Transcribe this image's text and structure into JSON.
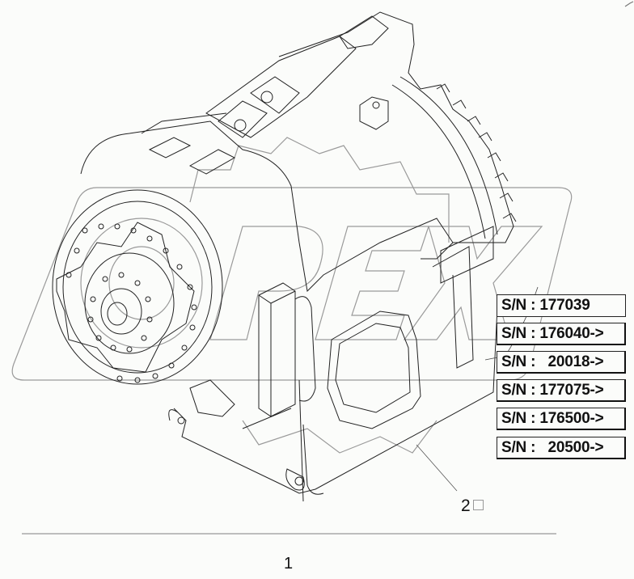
{
  "diagram": {
    "subject": "transmission-assembly-isometric-line-drawing",
    "watermark_text": "OPEX",
    "callout": {
      "number": "2"
    },
    "page_number": "1",
    "serial_labels": [
      "S/N : 177039",
      "S/N : 176040->",
      "S/N :   20018->",
      "S/N : 177075->",
      "S/N : 176500->",
      "S/N :   20500->"
    ],
    "colors": {
      "background": "#fbfcfa",
      "line": "#222222",
      "watermark": "#9a9a9a",
      "rule": "#bdbdbd"
    }
  }
}
